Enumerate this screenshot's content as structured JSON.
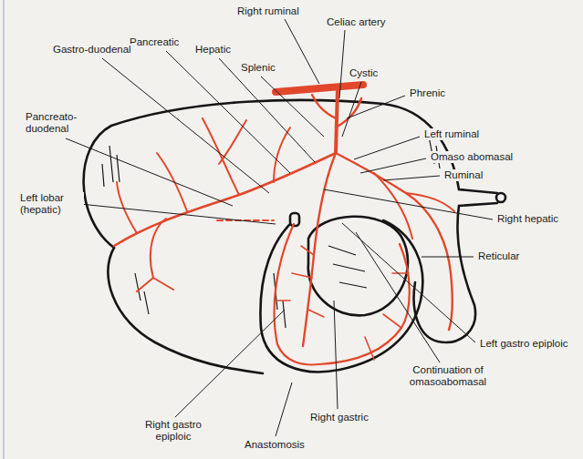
{
  "diagram": {
    "labels": [
      "Right ruminal",
      "Celiac artery",
      "Pancreatic",
      "Hepatic",
      "Splenic",
      "Cystic",
      "Phrenic",
      "Gastro-duodenal",
      "Pancreato- duodenal",
      "Left ruminal",
      "Omaso abomasal",
      "Ruminal",
      "Right hepatic",
      "Left lobar (hepatic)",
      "Reticular",
      "Left gastro epiploic",
      "Continuation of omasoabomasal",
      "Right gastro epiploic",
      "Right gastric",
      "Anastomosis"
    ]
  }
}
